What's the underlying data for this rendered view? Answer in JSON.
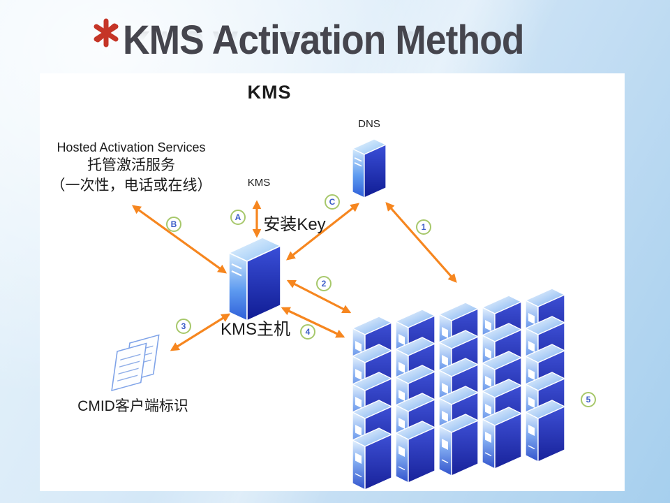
{
  "slide": {
    "title": "KMS Activation Method",
    "bullet_icon": "asterisk"
  },
  "diagram": {
    "heading": "KMS",
    "dns_label": "DNS",
    "hosted_line1": "Hosted Activation Services",
    "hosted_line2": "托管激活服务",
    "hosted_line3": "（一次性，电话或在线）",
    "kms_service_label": "KMS",
    "install_key_label": "安装Key",
    "kms_host_label": "KMS主机",
    "cmid_label": "CMID客户端标识",
    "badges": [
      {
        "label": "A"
      },
      {
        "label": "B"
      },
      {
        "label": "C"
      },
      {
        "label": "1"
      },
      {
        "label": "2"
      },
      {
        "label": "3"
      },
      {
        "label": "4"
      },
      {
        "label": "5"
      }
    ],
    "colors": {
      "arrow": "#F6861F",
      "badge_ring": "#A7C86B",
      "badge_text": "#3B5CC8",
      "heading": "#F0802B",
      "title": "#45454D",
      "bullet": "#C53527",
      "server_dark_face": "#18229A",
      "server_light_face": "#7FA9F0"
    }
  }
}
